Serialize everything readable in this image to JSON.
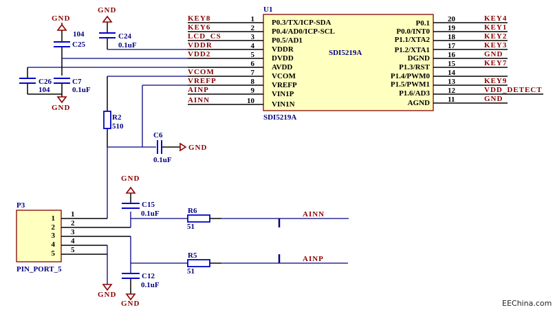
{
  "colors": {
    "wire": "#000080",
    "net_label": "#8b0000",
    "component_fill": "#ffffc0",
    "component_border": "#800000",
    "passive": "#0000cc"
  },
  "u1": {
    "ref": "U1",
    "value": "SDI5219A",
    "part": "SDI5219A",
    "left_pins": [
      {
        "num": "1",
        "name": "P0.3/TX/ICP-SDA",
        "net": "KEY8"
      },
      {
        "num": "2",
        "name": "P0.4/AD0/ICP-SCL",
        "net": "KEY6"
      },
      {
        "num": "3",
        "name": "P0.5/AD1",
        "net": "LCD_CS"
      },
      {
        "num": "4",
        "name": "VDDR",
        "net": "VDDR"
      },
      {
        "num": "5",
        "name": "DVDD",
        "net": "VDD2"
      },
      {
        "num": "6",
        "name": "AVDD",
        "net": ""
      },
      {
        "num": "7",
        "name": "VCOM",
        "net": "VCOM"
      },
      {
        "num": "8",
        "name": "VREFP",
        "net": "VREFP"
      },
      {
        "num": "9",
        "name": "VIN1P",
        "net": "AINP"
      },
      {
        "num": "10",
        "name": "VIN1N",
        "net": "AINN"
      }
    ],
    "right_pins": [
      {
        "num": "20",
        "name": "P0.1",
        "net": "KEY4"
      },
      {
        "num": "19",
        "name": "P0.0/INT0",
        "net": "KEY1"
      },
      {
        "num": "18",
        "name": "P1.1/XTA2",
        "net": "KEY2"
      },
      {
        "num": "17",
        "name": "P1.2/XTA1",
        "net": "KEY3"
      },
      {
        "num": "16",
        "name": "DGND",
        "net": "GND"
      },
      {
        "num": "15",
        "name": "P1.3/RST",
        "net": "KEY7"
      },
      {
        "num": "14",
        "name": "P1.4/PWM0",
        "net": ""
      },
      {
        "num": "13",
        "name": "P1.5/PWM1",
        "net": "KEY9"
      },
      {
        "num": "12",
        "name": "P1.6/AD3",
        "net": "VDD_DETECT"
      },
      {
        "num": "11",
        "name": "AGND",
        "net": "GND"
      }
    ]
  },
  "p3": {
    "ref": "P3",
    "part": "PIN_PORT_5",
    "inner_pins": [
      "1",
      "2",
      "3",
      "4",
      "5"
    ],
    "outer_pins": [
      "1",
      "2",
      "3",
      "4",
      "5"
    ]
  },
  "capacitors": {
    "c24": {
      "ref": "C24",
      "value": "0.1uF"
    },
    "c25": {
      "ref": "C25",
      "value": "104"
    },
    "c26": {
      "ref": "C26",
      "value": "104"
    },
    "c7": {
      "ref": "C7",
      "value": "0.1uF"
    },
    "c6": {
      "ref": "C6",
      "value": "0.1uF"
    },
    "c15": {
      "ref": "C15",
      "value": "0.1uF"
    },
    "c12": {
      "ref": "C12",
      "value": "0.1uF"
    }
  },
  "resistors": {
    "r2": {
      "ref": "R2",
      "value": "510"
    },
    "r6": {
      "ref": "R6",
      "value": "51"
    },
    "r5": {
      "ref": "R5",
      "value": "51"
    }
  },
  "nets": {
    "gnd": "GND",
    "ainn": "AINN",
    "ainp": "AINP"
  },
  "watermark": "EEChina.com"
}
